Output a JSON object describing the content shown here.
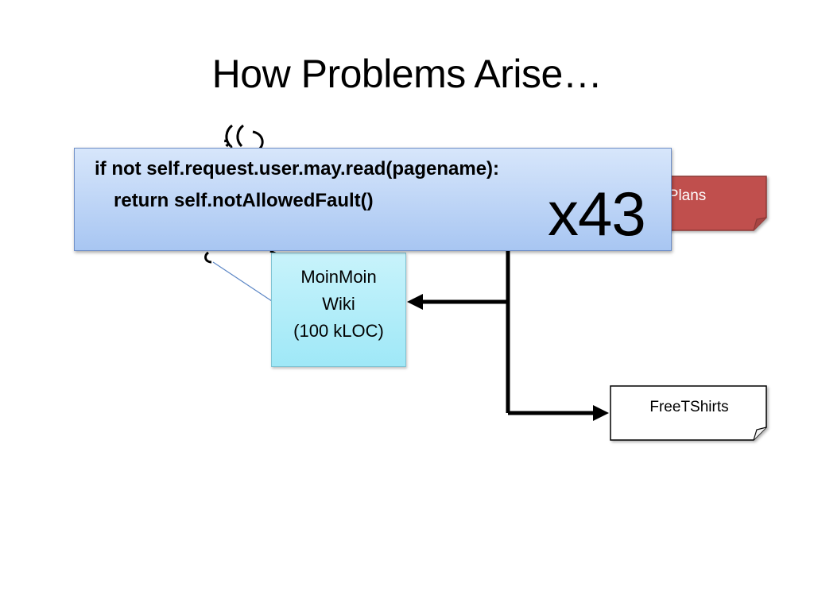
{
  "slide": {
    "title": "How Problems Arise…"
  },
  "diagram": {
    "wiki_box": {
      "lines": [
        "MoinMoin",
        "Wiki",
        "(100 kLOC)"
      ]
    },
    "documents": [
      {
        "label": "offPlans",
        "color": "#c0504d"
      },
      {
        "label": "FreeTShirts",
        "color": "#ffffff"
      }
    ],
    "colors": {
      "wiki_fill": "#a6eaf8",
      "code_fill": "#b8d2f5",
      "arrow": "#000000"
    }
  },
  "code_overlay": {
    "line1": "if not self.request.user.may.read(pagename):",
    "line2": "return self.notAllowedFault()",
    "count": "x43"
  }
}
